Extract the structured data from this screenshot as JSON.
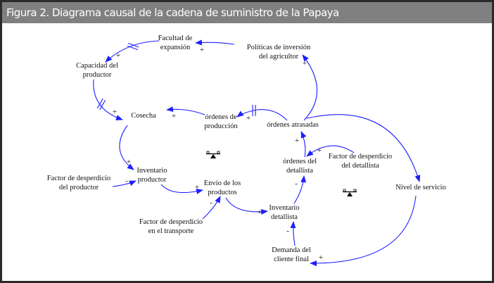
{
  "header": {
    "title": "Figura 2. Diagrama causal de la cadena de suministro de la Papaya"
  },
  "colors": {
    "arrow": "#1f1fff",
    "header_bg": "#808080",
    "border": "#2b2b2b"
  },
  "nodes": [
    {
      "id": "facultad",
      "lines": [
        "Facultad de",
        "expansión"
      ]
    },
    {
      "id": "politicas",
      "lines": [
        "Políticas de inversión",
        "del agricultor"
      ]
    },
    {
      "id": "capacidad",
      "lines": [
        "Capacidad del",
        "productor"
      ]
    },
    {
      "id": "cosecha",
      "lines": [
        "Cosecha"
      ]
    },
    {
      "id": "ordenes_prod",
      "lines": [
        "órdenes de",
        "producción"
      ]
    },
    {
      "id": "ordenes_atr",
      "lines": [
        "órdenes atrasadas"
      ]
    },
    {
      "id": "inv_prod",
      "lines": [
        "Inventario",
        "productor"
      ]
    },
    {
      "id": "fd_prod",
      "lines": [
        "Factor de desperdicio",
        "del productor"
      ]
    },
    {
      "id": "envio",
      "lines": [
        "Envío de los",
        "productos"
      ]
    },
    {
      "id": "ordenes_det",
      "lines": [
        "órdenes del",
        "detallista"
      ]
    },
    {
      "id": "fd_det",
      "lines": [
        "Factor de desperdicio",
        "del detallista"
      ]
    },
    {
      "id": "nivel",
      "lines": [
        "Nivel de servicio"
      ]
    },
    {
      "id": "inv_det",
      "lines": [
        "Inventario",
        "detallista"
      ]
    },
    {
      "id": "fd_trans",
      "lines": [
        "Factor de desperdicio",
        "en el transporte"
      ]
    },
    {
      "id": "demanda",
      "lines": [
        "Demanda del",
        "cliente final"
      ]
    }
  ],
  "edges": [
    {
      "from": "politicas",
      "to": "facultad",
      "polarity": "+",
      "delay": false
    },
    {
      "from": "facultad",
      "to": "capacidad",
      "polarity": "+",
      "delay": true
    },
    {
      "from": "capacidad",
      "to": "cosecha",
      "polarity": "+",
      "delay": true
    },
    {
      "from": "ordenes_prod",
      "to": "cosecha",
      "polarity": "+",
      "delay": false
    },
    {
      "from": "ordenes_atr",
      "to": "ordenes_prod",
      "polarity": "+",
      "delay": true
    },
    {
      "from": "ordenes_atr",
      "to": "politicas",
      "polarity": "+",
      "delay": false
    },
    {
      "from": "ordenes_atr",
      "to": "nivel",
      "polarity": "-",
      "delay": false
    },
    {
      "from": "ordenes_det",
      "to": "ordenes_atr",
      "polarity": "+",
      "delay": false
    },
    {
      "from": "fd_det",
      "to": "ordenes_det",
      "polarity": "+",
      "delay": false
    },
    {
      "from": "cosecha",
      "to": "inv_prod",
      "polarity": "+",
      "delay": false
    },
    {
      "from": "fd_prod",
      "to": "inv_prod",
      "polarity": "-",
      "delay": false
    },
    {
      "from": "inv_prod",
      "to": "envio",
      "polarity": "+",
      "delay": false
    },
    {
      "from": "fd_trans",
      "to": "envio",
      "polarity": "-",
      "delay": false
    },
    {
      "from": "envio",
      "to": "inv_det",
      "polarity": "+",
      "delay": false
    },
    {
      "from": "inv_det",
      "to": "ordenes_det",
      "polarity": "-",
      "delay": false
    },
    {
      "from": "demanda",
      "to": "inv_det",
      "polarity": "-",
      "delay": false
    },
    {
      "from": "nivel",
      "to": "demanda",
      "polarity": "+",
      "delay": false
    }
  ],
  "loops": [
    {
      "id": "balancing-loop-1",
      "type": "balancing"
    },
    {
      "id": "balancing-loop-2",
      "type": "balancing"
    }
  ]
}
